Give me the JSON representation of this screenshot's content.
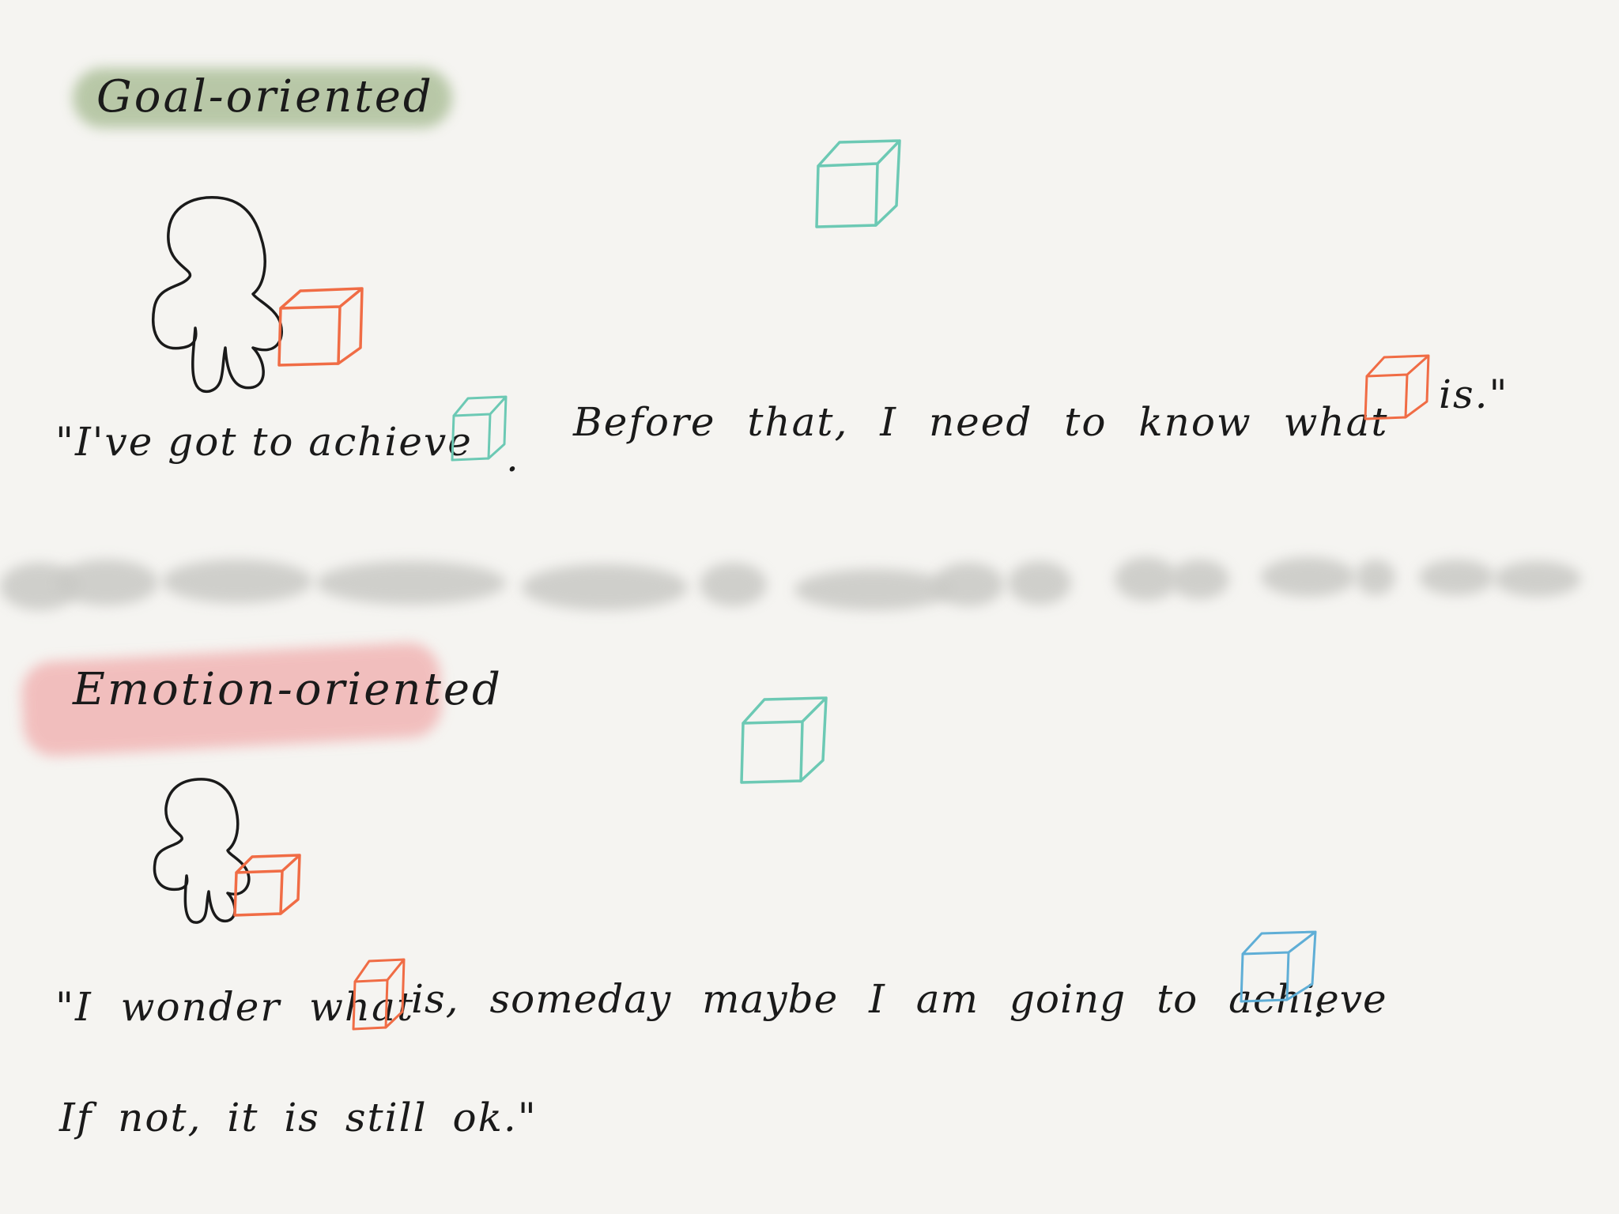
{
  "colors": {
    "background": "#f5f4f1",
    "goal_highlight": "#a9bd95",
    "emotion_highlight": "#f0a8a8",
    "cube_teal": "#6cc9b4",
    "cube_orange": "#f06c45",
    "cube_blue": "#5faed6",
    "ink": "#1a1a1a",
    "divider_gray": "#c9c9c5"
  },
  "goal_section": {
    "title": "Goal-oriented",
    "quote_line": {
      "part1": "\"I've got to achieve",
      "part2": ".",
      "part3": "Before that, I need to know what",
      "part4": "is.\""
    },
    "icons": [
      "person-figure-icon",
      "orange-cube-icon",
      "teal-cube-icon"
    ]
  },
  "emotion_section": {
    "title": "Emotion-oriented",
    "quote_line1": {
      "part1": "\"I wonder what",
      "part2": "is, someday maybe I am going to achieve",
      "part3": "."
    },
    "quote_line2": "If not, it is still ok.\"",
    "icons": [
      "person-figure-icon",
      "orange-cube-icon",
      "teal-cube-icon",
      "blue-cube-icon"
    ]
  }
}
